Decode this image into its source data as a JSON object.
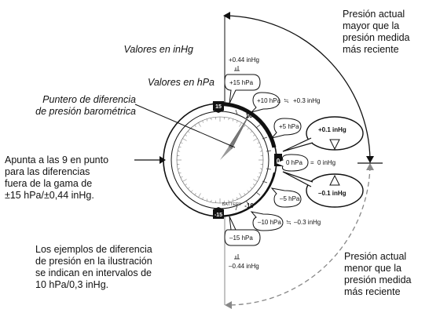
{
  "labels": {
    "inhg_values": "Valores en inHg",
    "hpa_values": "Valores en hPa",
    "pointer_line1": "Puntero de diferencia",
    "pointer_line2": "de presión barométrica",
    "nine_line1": "Apunta a las 9 en punto",
    "nine_line2": "para las diferencias",
    "nine_line3": "fuera de la gama de",
    "nine_line4": "±15 hPa/±0,44 inHg.",
    "examples_line1": "Los ejemplos de diferencia",
    "examples_line2": "de presión en la ilustración",
    "examples_line3": "se indican en intervalos de",
    "examples_line4": "10 hPa/0,3 inHg.",
    "higher_line1": "Presión actual",
    "higher_line2": "mayor que la",
    "higher_line3": "presión medida",
    "higher_line4": "más reciente",
    "lower_line1": "Presión actual",
    "lower_line2": "menor que la",
    "lower_line3": "presión medida",
    "lower_line4": "más reciente"
  },
  "scale": {
    "plus_044": "+0.44 inHg",
    "plus_15": "+15 hPa",
    "plus_10": "+10 hPa",
    "plus_03": "+0.3 inHg",
    "plus_5": "+5 hPa",
    "plus_01": "+0.1 inHg",
    "zero_hpa": "0 hPa",
    "zero_inhg": "0 inHg",
    "minus_01": "–0.1 inHg",
    "minus_5": "–5 hPa",
    "minus_10": "–10 hPa",
    "minus_03": "–0.3 inHg",
    "minus_15": "–15 hPa",
    "minus_044": "–0.44 inHg",
    "approx": "≒",
    "equals": "=",
    "dial_plus": "15",
    "dial_minus": "-15",
    "dial_zero": "0",
    "dial_10": "10",
    "dial_m10": "-10",
    "battery": "BATTERY"
  },
  "colors": {
    "ink": "#111111",
    "gray_dash": "#888888",
    "pointer": "#777777"
  }
}
